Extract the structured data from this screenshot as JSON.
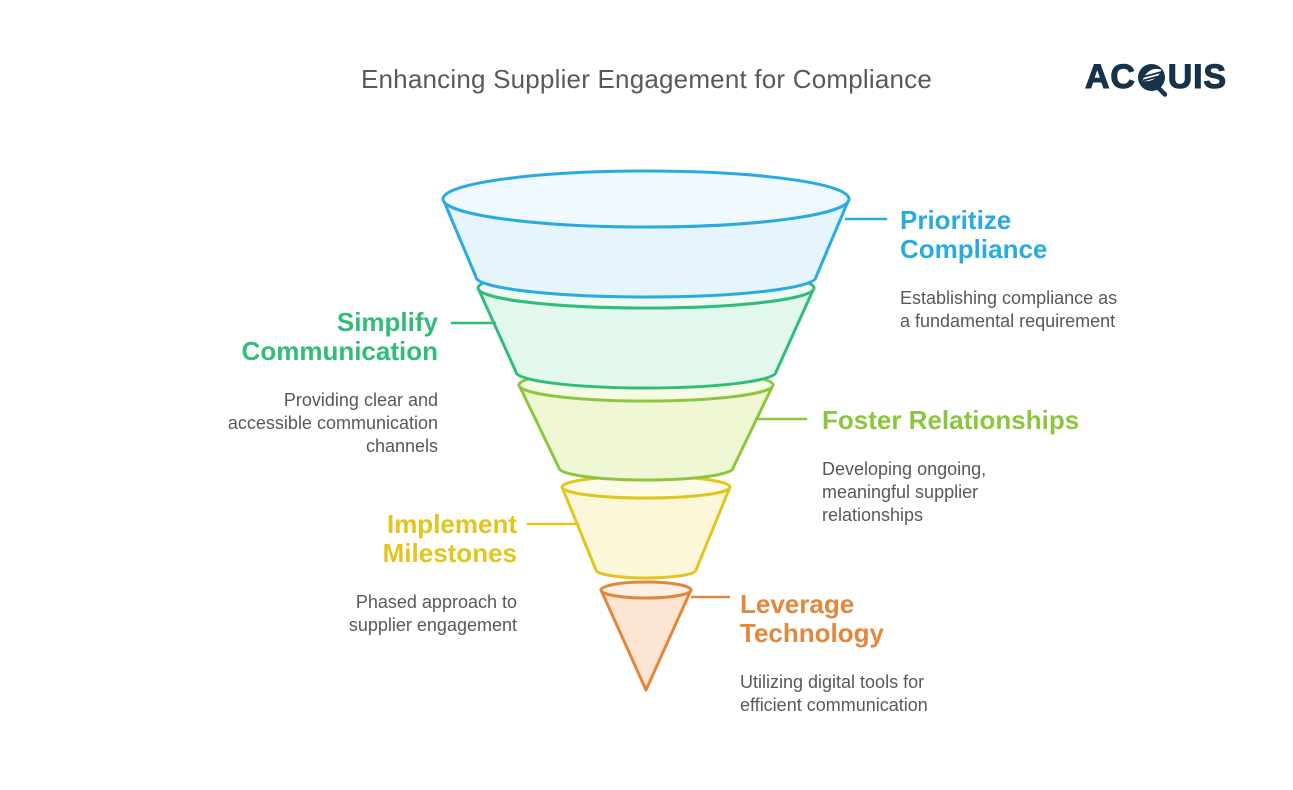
{
  "page": {
    "background_color": "#ffffff"
  },
  "header": {
    "title": "Enhancing Supplier Engagement for Compliance",
    "title_color": "#58595b"
  },
  "logo": {
    "name": "ACQUIS",
    "prefix": "AC",
    "suffix": "UIS",
    "icon": "q-leaf-icon",
    "color": "#16334a"
  },
  "funnel": {
    "type": "funnel",
    "text_color": "#57585b",
    "stages": [
      {
        "label": "Prioritize Compliance",
        "description": "Establishing compliance as a fundamental requirement",
        "color": "#29abe2",
        "fill": "#e6f4fc",
        "rim_fill": "#eff9fe"
      },
      {
        "label": "Simplify Communication",
        "description": "Providing clear and accessible communication channels",
        "color": "#30bd7a",
        "fill": "#e3f8ed",
        "rim_fill": "#effbf5"
      },
      {
        "label": "Foster Relationships",
        "description": "Developing ongoing, meaningful supplier relationships",
        "color": "#8cc63f",
        "fill": "#eff7d4",
        "rim_fill": "#f6fbe3"
      },
      {
        "label": "Implement Milestones",
        "description": "Phased approach to supplier engagement",
        "color": "#e2c51e",
        "fill": "#fbf7d8",
        "rim_fill": "#fdfbe8"
      },
      {
        "label": "Leverage Technology",
        "description": "Utilizing digital tools for efficient communication",
        "color": "#e2873c",
        "fill": "#fce5d2",
        "rim_fill": "#fdf0e4"
      }
    ]
  }
}
